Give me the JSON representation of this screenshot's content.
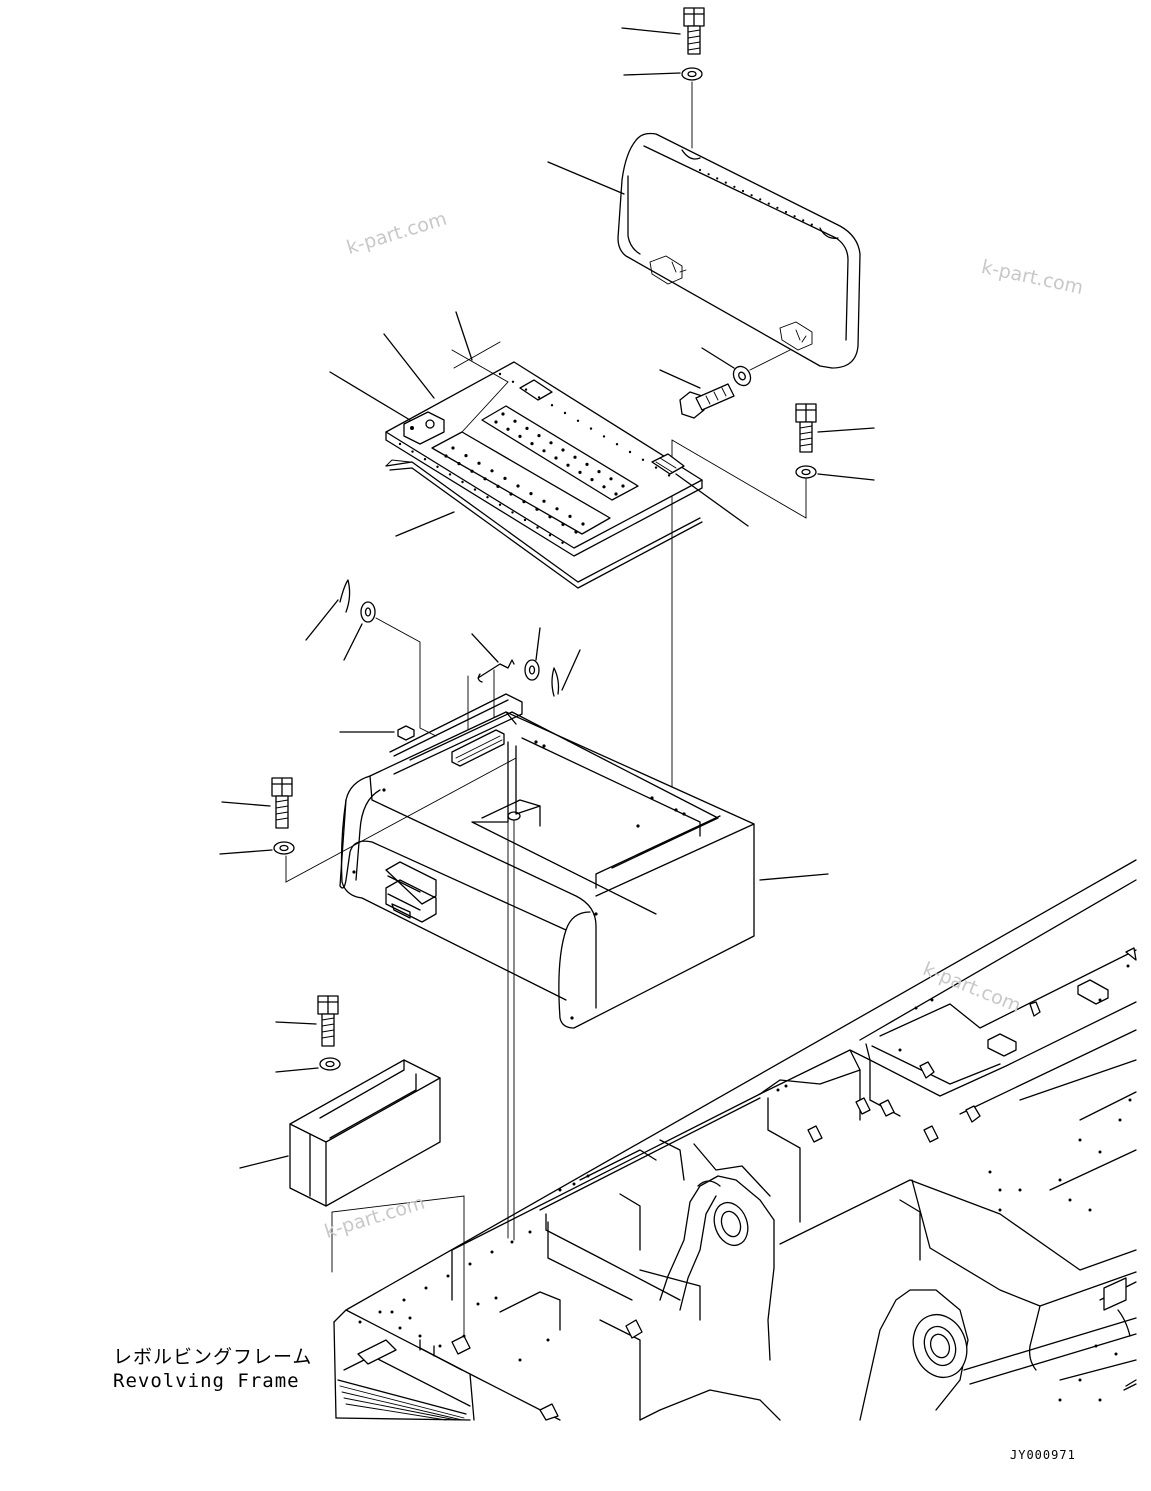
{
  "watermarks": [
    {
      "text": "k-part.com"
    },
    {
      "text": "k-part.com"
    },
    {
      "text": "k-part.com"
    },
    {
      "text": "k-part.com"
    }
  ],
  "frame_label": {
    "japanese": "レボルビングフレーム",
    "english": "Revolving Frame"
  },
  "drawing_code": "JY000971",
  "colors": {
    "line": "#000000",
    "background": "#ffffff",
    "watermark": "#c8c8c8"
  }
}
